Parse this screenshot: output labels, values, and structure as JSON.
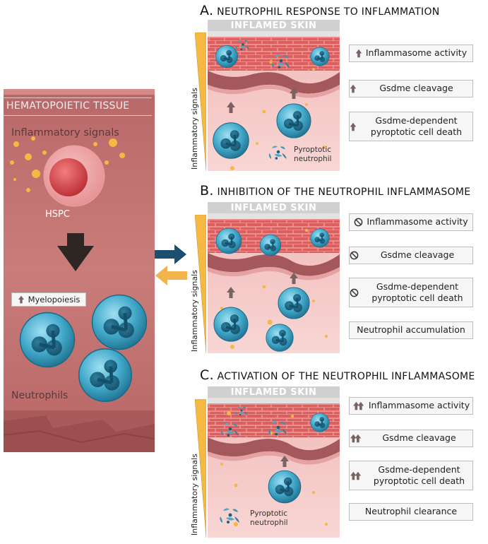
{
  "left_panel": {
    "title": "HEMATOPOIETIC TISSUE",
    "signals_label": "Inflammatory signals",
    "hspc_label": "HSPC",
    "myelopoiesis_label": "Myelopoiesis",
    "neutrophils_label": "Neutrophils"
  },
  "panels": [
    {
      "letter": "A.",
      "title": "NEUTROPHIL RESPONSE TO INFLAMMATION",
      "skin_label": "INFLAMED SKIN",
      "signals_label": "Inflammatory signals",
      "annotation": "Pyroptotic\nneutrophil",
      "effects": [
        {
          "icon": "up-arrow",
          "text": "Inflammasome activity"
        },
        {
          "icon": "up-arrow",
          "text": "Gsdme cleavage"
        },
        {
          "icon": "up-arrow",
          "text": "Gsdme-dependent\npyroptotic cell death"
        }
      ]
    },
    {
      "letter": "B.",
      "title": "INHIBITION OF THE NEUTROPHIL INFLAMMASOME",
      "skin_label": "INFLAMED SKIN",
      "signals_label": "Inflammatory signals",
      "effects": [
        {
          "icon": "prohibited",
          "text": "Inflammasome activity"
        },
        {
          "icon": "prohibited",
          "text": "Gsdme cleavage"
        },
        {
          "icon": "prohibited",
          "text": "Gsdme-dependent\npyroptotic cell death"
        },
        {
          "icon": "",
          "text": "Neutrophil accumulation"
        }
      ]
    },
    {
      "letter": "C.",
      "title": "ACTIVATION OF THE NEUTROPHIL INFLAMMASOME",
      "skin_label": "INFLAMED SKIN",
      "signals_label": "Inflammatory signals",
      "annotation": "Pyroptotic\nneutrophil",
      "effects": [
        {
          "icon": "double-up-arrow",
          "text": "Inflammasome activity"
        },
        {
          "icon": "double-up-arrow",
          "text": "Gsdme cleavage"
        },
        {
          "icon": "double-up-arrow",
          "text": "Gsdme-dependent\npyroptotic cell death"
        },
        {
          "icon": "",
          "text": "Neutrophil clearance"
        }
      ]
    }
  ],
  "colors": {
    "skin_red": "#d9605f",
    "dermis_pink": "#f4c9c9",
    "tissue_bg": "#c47777",
    "neutrophil": "#2a8fb0",
    "signal_gold": "#f4b843",
    "arrow_navy": "#1c4f6f",
    "arrow_gold": "#f2b34a",
    "arrow_gray": "#7a6262"
  }
}
